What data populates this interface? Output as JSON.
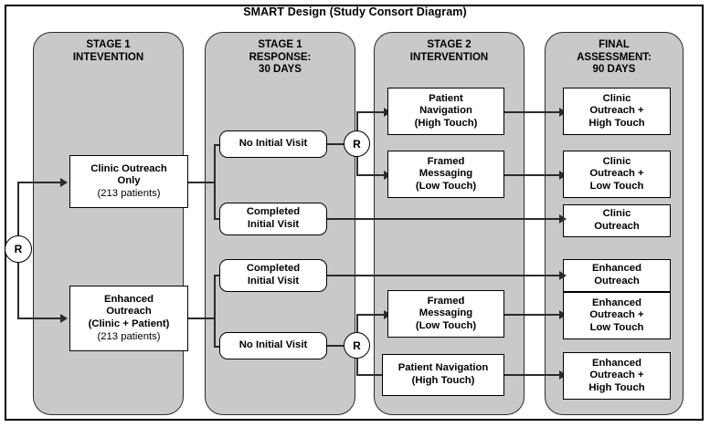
{
  "title": "SMART Design (Study Consort Diagram)",
  "columns": [
    {
      "id": "stage1-intervention",
      "title": "STAGE 1\nINTEVENTION"
    },
    {
      "id": "stage1-response",
      "title": "STAGE 1\nRESPONSE:\n30 DAYS"
    },
    {
      "id": "stage2-intervention",
      "title": "STAGE 2\nINTERVENTION"
    },
    {
      "id": "final-assessment",
      "title": "FINAL\nASSESSMENT:\n90 DAYS"
    }
  ],
  "randomizations": {
    "initial": "R",
    "stage2_upper": "R",
    "stage2_lower": "R"
  },
  "stage1": [
    {
      "id": "clinic-outreach-only",
      "line1": "Clinic Outreach",
      "line2": "Only",
      "count": "(213 patients)"
    },
    {
      "id": "enhanced-outreach",
      "line1": "Enhanced",
      "line2": "Outreach",
      "line3": "(Clinic + Patient)",
      "count": "(213 patients)"
    }
  ],
  "responses": [
    {
      "id": "no-initial-visit-1",
      "label": "No Initial Visit"
    },
    {
      "id": "completed-initial-visit-1",
      "label": "Completed\nInitial Visit"
    },
    {
      "id": "completed-initial-visit-2",
      "label": "Completed\nInitial Visit"
    },
    {
      "id": "no-initial-visit-2",
      "label": "No Initial Visit"
    }
  ],
  "stage2": [
    {
      "id": "patient-navigation-high-1",
      "label": "Patient\nNavigation\n(High Touch)"
    },
    {
      "id": "framed-messaging-low-1",
      "label": "Framed\nMessaging\n(Low Touch)"
    },
    {
      "id": "framed-messaging-low-2",
      "label": "Framed\nMessaging\n(Low Touch)"
    },
    {
      "id": "patient-navigation-high-2",
      "label": "Patient Navigation\n(High Touch)"
    }
  ],
  "outcomes": [
    {
      "id": "clinic-outreach-high-touch",
      "label": "Clinic\nOutreach +\nHigh Touch"
    },
    {
      "id": "clinic-outreach-low-touch",
      "label": "Clinic\nOutreach +\nLow Touch"
    },
    {
      "id": "clinic-outreach",
      "label": "Clinic\nOutreach"
    },
    {
      "id": "enhanced-outreach-only",
      "label": "Enhanced\nOutreach"
    },
    {
      "id": "enhanced-outreach-low-touch",
      "label": "Enhanced\nOutreach +\nLow Touch"
    },
    {
      "id": "enhanced-outreach-high-touch",
      "label": "Enhanced\nOutreach +\nHigh Touch"
    }
  ],
  "colors": {
    "container_fill": "#c9c9c9",
    "node_fill": "#ffffff",
    "line": "#2b2b2b",
    "text": "#000000",
    "page": "#ffffff"
  }
}
